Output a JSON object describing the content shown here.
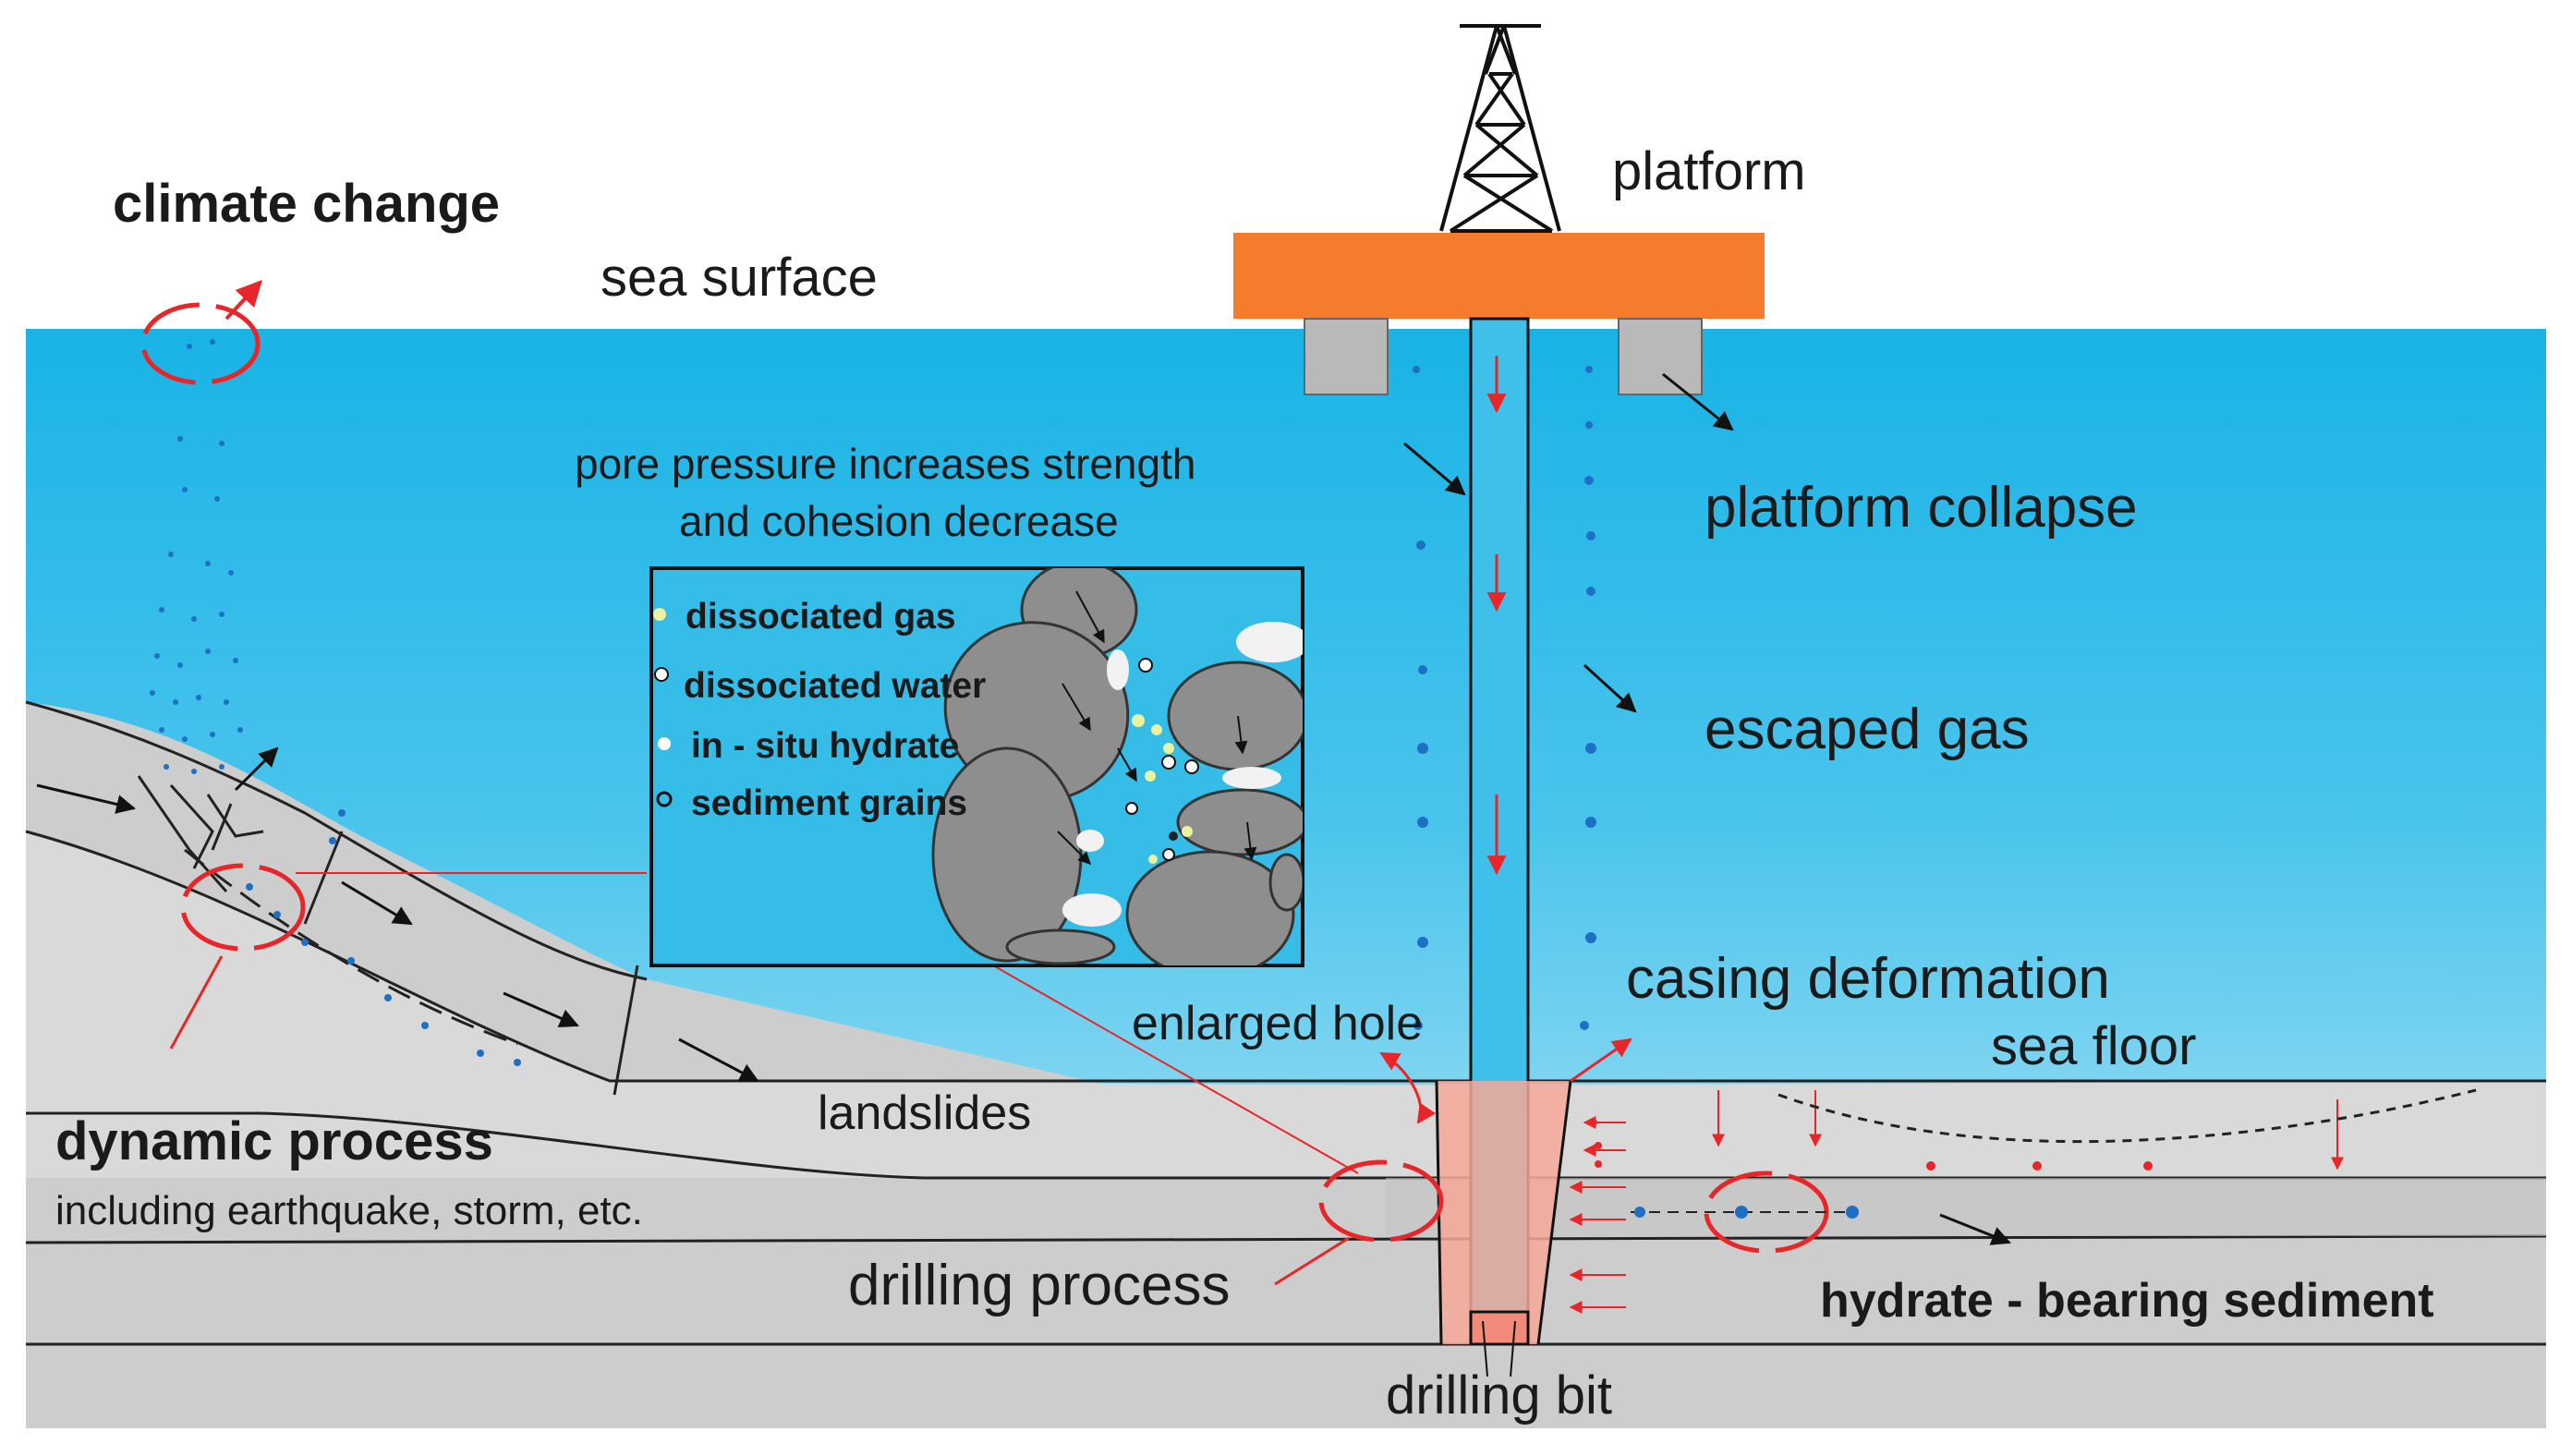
{
  "labels": {
    "climate_change": "climate change",
    "sea_surface": "sea surface",
    "platform": "platform",
    "platform_collapse": "platform collapse",
    "escaped_gas": "escaped gas",
    "pore_pressure_line1": "pore pressure increases strength",
    "pore_pressure_line2": "and cohesion decrease",
    "casing_deformation": "casing deformation",
    "sea_floor": "sea  floor",
    "enlarged_hole": "enlarged  hole",
    "landslides": "landslides",
    "dynamic_process": "dynamic process",
    "dynamic_process_detail": "including earthquake, storm,  etc.",
    "drilling_process": "drilling process",
    "hydrate_bearing_sediment": "hydrate - bearing sediment",
    "drilling_bit": "drilling bit"
  },
  "legend": {
    "items": [
      {
        "label": "dissociated gas",
        "marker": "yellow-dot"
      },
      {
        "label": "dissociated water",
        "marker": "white-ring"
      },
      {
        "label": "in - situ hydrate",
        "marker": "white-dot"
      },
      {
        "label": "sediment grains",
        "marker": "black-ring"
      }
    ]
  },
  "colors": {
    "sea_top": "#ffffff",
    "sea_mid": "#3fc0ea",
    "sea_deep": "#bfe9f7",
    "sediment": "#c9c9c9",
    "sediment_light": "#d8d8d8",
    "platform": "#f47c2c",
    "pontoon": "#b8b8b8",
    "highlight": "#e8262a",
    "bubble": "#1f6fc4",
    "grain": "#8e8e8e",
    "borehole": "#f6a898"
  }
}
